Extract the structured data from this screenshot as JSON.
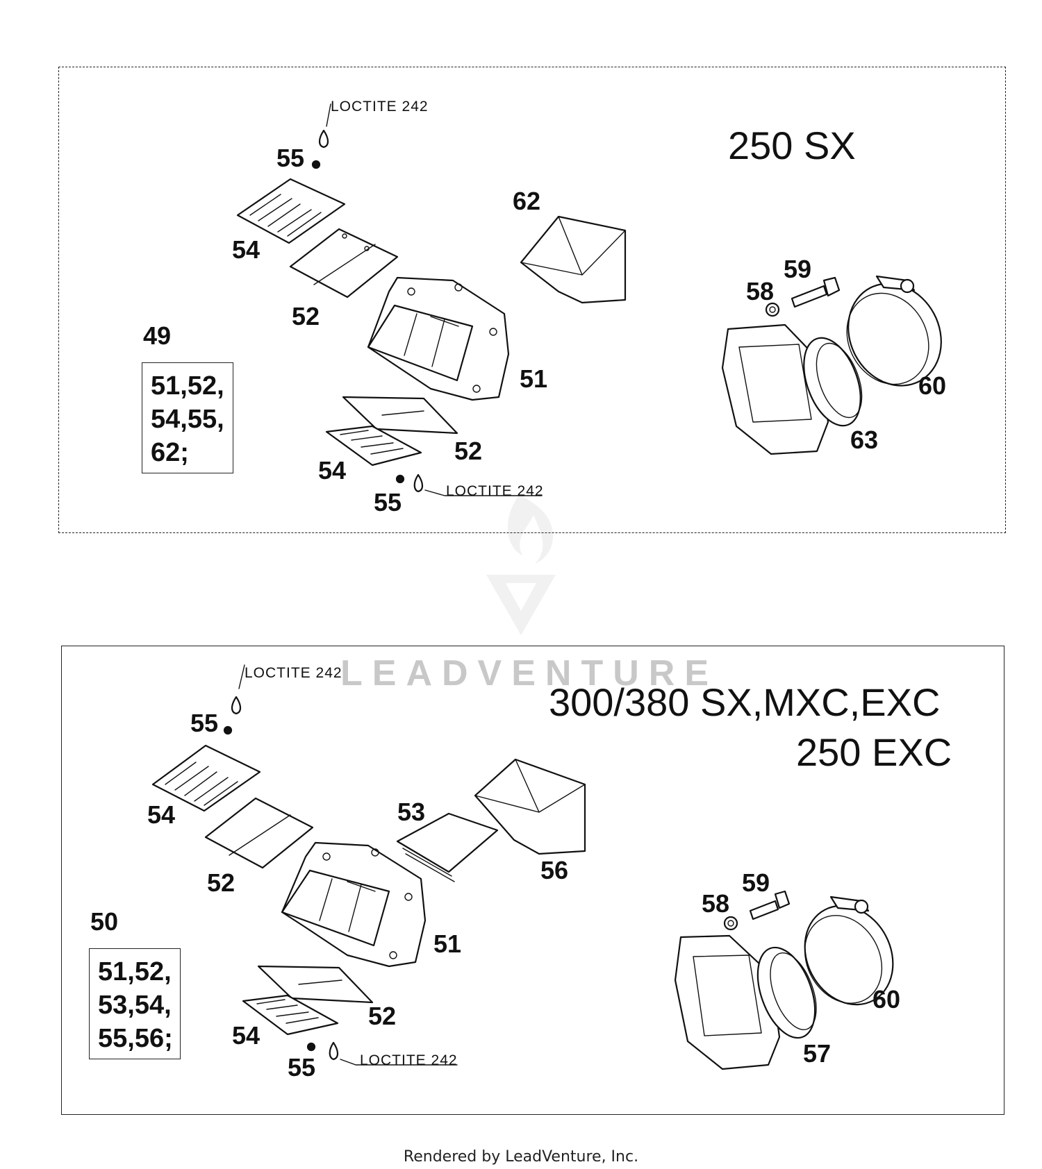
{
  "top_diagram": {
    "model_label": "250 SX",
    "kit_number": "49",
    "kit_lines": [
      "51,52,",
      "54,55,",
      "62;"
    ],
    "loctite_upper": "LOCTITE 242",
    "loctite_lower": "LOCTITE 242",
    "callouts": {
      "c55_upper": "55",
      "c54_upper": "54",
      "c52_upper": "52",
      "c62": "62",
      "c51": "51",
      "c52_lower": "52",
      "c54_lower": "54",
      "c55_lower": "55",
      "c58": "58",
      "c59": "59",
      "c60": "60",
      "c63": "63"
    }
  },
  "bottom_diagram": {
    "model_label_line1": "300/380 SX,MXC,EXC",
    "model_label_line2": "250 EXC",
    "kit_number": "50",
    "kit_lines": [
      "51,52,",
      "53,54,",
      "55,56;"
    ],
    "loctite_upper": "LOCTITE 242",
    "loctite_lower": "LOCTITE 242",
    "callouts": {
      "c55_upper": "55",
      "c54_upper": "54",
      "c52_upper": "52",
      "c53": "53",
      "c56": "56",
      "c51": "51",
      "c52_lower": "52",
      "c54_lower": "54",
      "c55_lower": "55",
      "c58": "58",
      "c59": "59",
      "c60": "60",
      "c57": "57"
    }
  },
  "watermark_text": "LEADVENTURE",
  "footer": "Rendered by LeadVenture, Inc."
}
